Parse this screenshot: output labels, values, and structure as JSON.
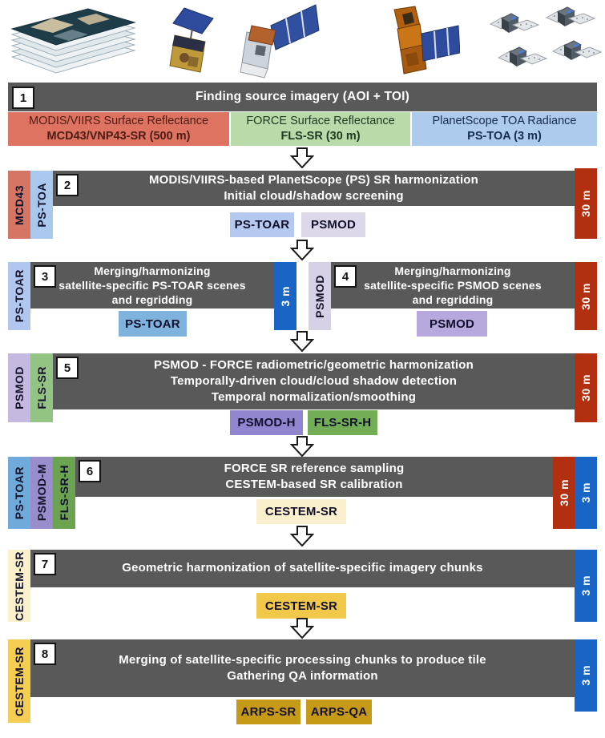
{
  "colors": {
    "bar_gray": "#595959",
    "source_red": "#df7361",
    "source_green": "#b9daa9",
    "source_blue": "#adcbec",
    "mcd43_red": "#d57563",
    "pstoa_blue": "#aac8ed",
    "res_30m_red": "#b23010",
    "res_3m_blue": "#1865c5",
    "pstoar_light_blue": "#b4c8f0",
    "psmod_light_lavender": "#ddd8e9",
    "pstoar_steel_blue": "#7fb3de",
    "psmod_purple": "#b7a9dd",
    "psmodh_purple": "#9285d0",
    "flssr_green": "#94c484",
    "flssrh_green": "#73ad56",
    "cestem_cream": "#fbf0cd",
    "cestem_gold": "#f2c84b",
    "arps_dark_gold": "#c69a17"
  },
  "illustrations": {
    "stack": "satellite imagery stack",
    "terra": "Terra/MODIS satellite",
    "landsat": "Landsat satellite",
    "snpp": "Suomi NPP satellite",
    "doves": "PlanetScope Dove cubesat flock"
  },
  "step1": {
    "number": "1",
    "title": "Finding source imagery (AOI + TOI)"
  },
  "sources": [
    {
      "line1": "MODIS/VIIRS Surface Reflectance",
      "line2": "MCD43/VNP43-SR (500 m)"
    },
    {
      "line1": "FORCE Surface Reflectance",
      "line2": "FLS-SR (30 m)"
    },
    {
      "line1": "PlanetScope TOA Radiance",
      "line2": "PS-TOA (3 m)"
    }
  ],
  "steps": {
    "s2": {
      "number": "2",
      "line1": "MODIS/VIIRS-based PlanetScope (PS) SR harmonization",
      "line2": "Initial cloud/shadow screening",
      "in1": "MCD43",
      "in2": "PS-TOA",
      "res1": "30 m",
      "out1": "PS-TOAR",
      "out2": "PSMOD"
    },
    "s3": {
      "number": "3",
      "line1": "Merging/harmonizing",
      "line2": "satellite-specific PS-TOAR scenes",
      "line3": "and regridding",
      "in1": "PS-TOAR",
      "res1": "3 m",
      "out1": "PS-TOAR"
    },
    "s4": {
      "number": "4",
      "line1": "Merging/harmonizing",
      "line2": "satellite-specific PSMOD scenes",
      "line3": "and regridding",
      "in1": "PSMOD",
      "res1": "30 m",
      "out1": "PSMOD"
    },
    "s5": {
      "number": "5",
      "line1": "PSMOD - FORCE radiometric/geometric harmonization",
      "line2": "Temporally-driven cloud/cloud shadow detection",
      "line3": "Temporal normalization/smoothing",
      "in1": "PSMOD",
      "in2": "FLS-SR",
      "res1": "30 m",
      "out1": "PSMOD-H",
      "out2": "FLS-SR-H"
    },
    "s6": {
      "number": "6",
      "line1": "FORCE SR reference sampling",
      "line2": "CESTEM-based SR calibration",
      "in1": "PS-TOAR",
      "in2": "PSMOD-M",
      "in3": "FLS-SR-H",
      "res1": "30 m",
      "res2": "3 m",
      "out1": "CESTEM-SR"
    },
    "s7": {
      "number": "7",
      "line1": "Geometric harmonization of satellite-specific imagery chunks",
      "in1": "CESTEM-SR",
      "res1": "3 m",
      "out1": "CESTEM-SR"
    },
    "s8": {
      "number": "8",
      "line1": "Merging of satellite-specific processing chunks to produce tile",
      "line2": "Gathering QA information",
      "in1": "CESTEM-SR",
      "res1": "3 m",
      "out1": "ARPS-SR",
      "out2": "ARPS-QA"
    }
  }
}
